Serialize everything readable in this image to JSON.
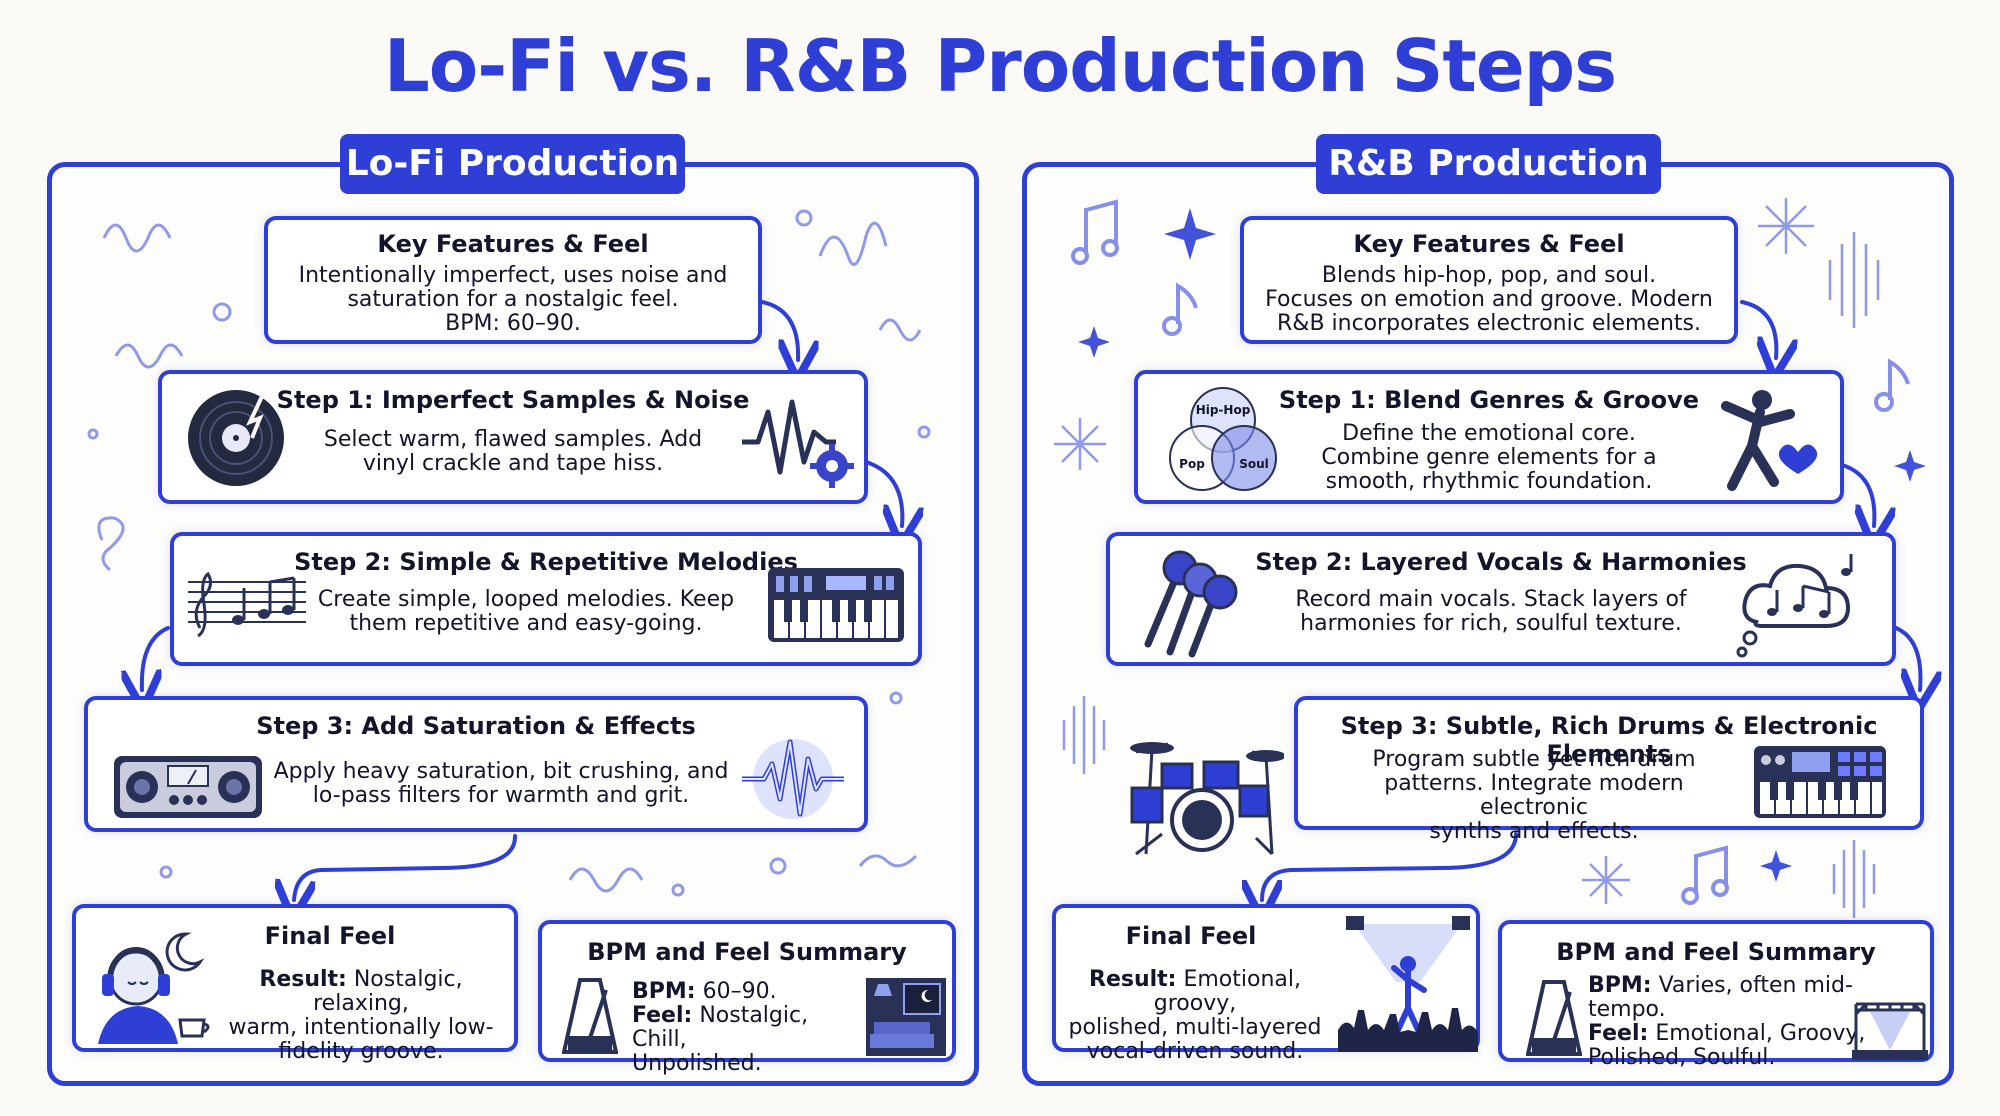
{
  "title": "Lo-Fi vs. R&B Production Steps",
  "lofi": {
    "header": "Lo-Fi Production",
    "features_title": "Key Features & Feel",
    "features_text": [
      "Intentionally imperfect, uses noise and",
      "saturation for a nostalgic feel.",
      "BPM: 60–90."
    ],
    "step1_title": "Step 1: Imperfect Samples & Noise",
    "step1_text": [
      "Select warm, flawed samples. Add",
      "vinyl crackle and tape hiss."
    ],
    "step2_title": "Step 2: Simple & Repetitive Melodies",
    "step2_text": [
      "Create simple, looped melodies. Keep",
      "them repetitive and easy-going."
    ],
    "step3_title": "Step 3: Add Saturation & Effects",
    "step3_text": [
      "Apply heavy saturation, bit crushing, and",
      "lo-pass filters for warmth and grit."
    ],
    "final_title": "Final Feel",
    "final_label": "Result:",
    "final_text": [
      " Nostalgic, relaxing,",
      "warm, intentionally low-",
      "fidelity groove."
    ],
    "summary_title": "BPM and Feel Summary",
    "summary_bpm_label": "BPM:",
    "summary_bpm": " 60–90.",
    "summary_feel_label": "Feel:",
    "summary_feel": [
      " Nostalgic, Chill,",
      "Unpolished."
    ]
  },
  "rnb": {
    "header": "R&B Production",
    "features_title": "Key Features & Feel",
    "features_text": [
      "Blends hip-hop, pop, and soul.",
      "Focuses on emotion and groove. Modern",
      "R&B incorporates electronic elements."
    ],
    "step1_title": "Step 1: Blend Genres & Groove",
    "step1_text": [
      "Define the emotional core.",
      "Combine genre elements for a",
      "smooth, rhythmic foundation."
    ],
    "venn": [
      "Hip-Hop",
      "Pop",
      "Soul"
    ],
    "step2_title": "Step 2: Layered Vocals & Harmonies",
    "step2_text": [
      "Record main vocals. Stack layers of",
      "harmonies for rich, soulful texture."
    ],
    "step3_title": "Step 3: Subtle, Rich Drums & Electronic Elements",
    "step3_text": [
      "Program subtle yet rich drum",
      "patterns. Integrate modern electronic",
      "synths and effects."
    ],
    "final_title": "Final Feel",
    "final_label": "Result:",
    "final_text": [
      " Emotional, groovy,",
      "polished, multi-layered",
      "vocal-driven sound."
    ],
    "summary_title": "BPM and Feel Summary",
    "summary_bpm_label": "BPM:",
    "summary_bpm": " Varies, often mid-tempo.",
    "summary_feel_label": "Feel:",
    "summary_feel": [
      " Emotional, Groovy,",
      "Polished, Soulful."
    ]
  },
  "icons": {
    "lofi": [
      "vinyl-record-icon",
      "waveform-gear-icon",
      "music-staff-icon",
      "synth-keyboard-icon",
      "vintage-amp-icon",
      "glowing-waveform-icon",
      "listener-headphones-icon",
      "metronome-icon",
      "cozy-room-icon"
    ],
    "rnb": [
      "genre-venn-icon",
      "dancer-heart-icon",
      "microphones-icon",
      "music-cloud-icon",
      "drum-kit-icon",
      "midi-controller-icon",
      "concert-crowd-icon",
      "metronome-icon",
      "stage-icon"
    ]
  },
  "colors": {
    "accent": "#2f3fd6",
    "ink": "#14142b",
    "background": "#fbfaf6",
    "icon_fill": "#2a3157"
  }
}
